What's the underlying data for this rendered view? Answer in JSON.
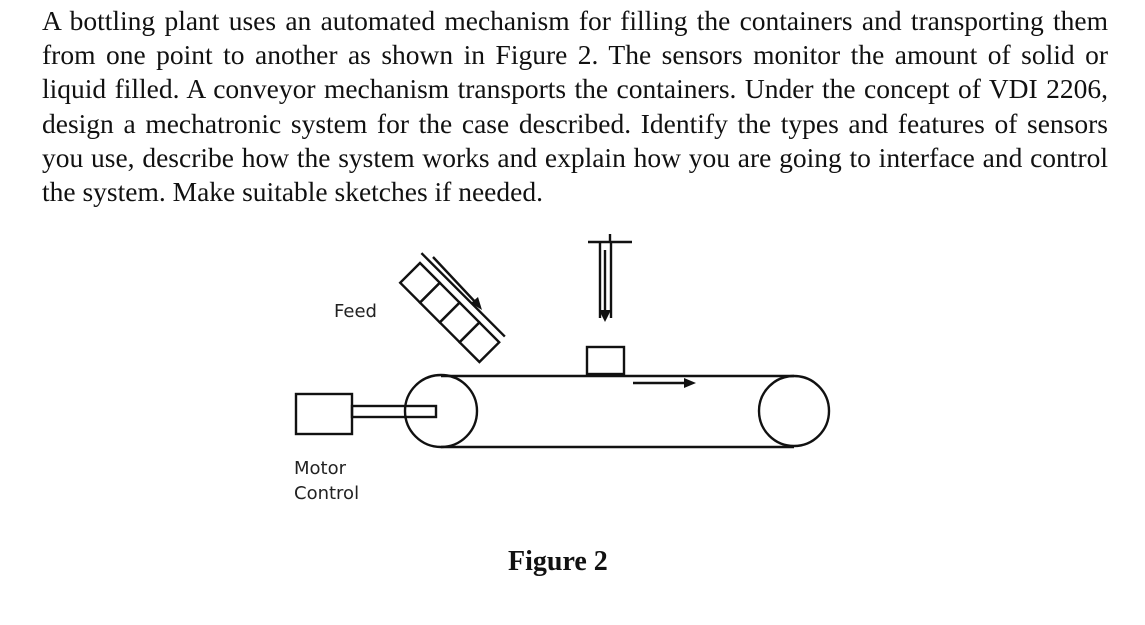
{
  "question": {
    "text": "A bottling plant uses an automated mechanism for filling the containers and transporting them from one point to another as shown in Figure 2. The sensors monitor the amount of solid or liquid filled. A conveyor mechanism transports the containers. Under the concept of VDI 2206, design a mechatronic system for the case described. Identify the types and features of sensors you use, describe how the system works and explain how you are going to interface and control the system. Make suitable sketches if needed."
  },
  "figure": {
    "feed_label": "Feed",
    "motor_label_line1": "Motor",
    "motor_label_line2": "Control",
    "caption": "Figure 2"
  }
}
